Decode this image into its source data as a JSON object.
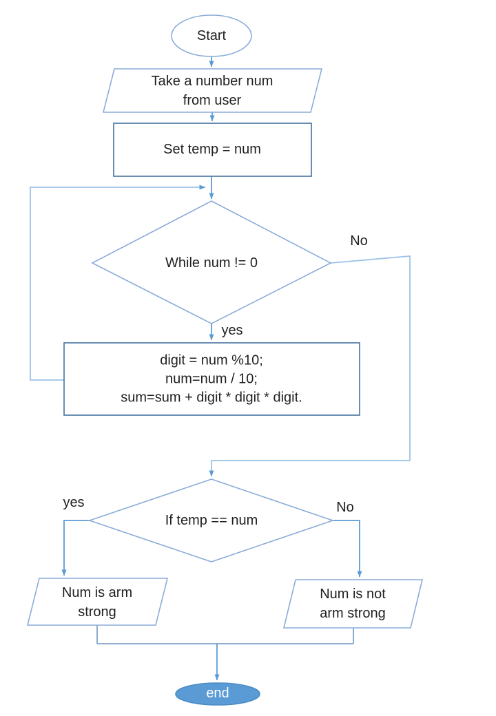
{
  "diagram": {
    "type": "flowchart",
    "nodes": {
      "start": {
        "shape": "ellipse",
        "label": "Start"
      },
      "input": {
        "shape": "parallelogram",
        "line1": "Take a number num",
        "line2": "from user"
      },
      "set_temp": {
        "shape": "rectangle",
        "label": "Set temp = num"
      },
      "while_loop": {
        "shape": "diamond",
        "label": "While num != 0"
      },
      "loop_body": {
        "shape": "rectangle",
        "line1": "digit = num %10;",
        "line2": "num=num / 10;",
        "line3": "sum=sum + digit * digit * digit."
      },
      "if_check": {
        "shape": "diamond",
        "label": "If temp == num"
      },
      "armstrong": {
        "shape": "parallelogram",
        "line1": "Num is arm",
        "line2": "strong"
      },
      "not_armstrong": {
        "shape": "parallelogram",
        "line1": "Num is not",
        "line2": "arm strong"
      },
      "end": {
        "shape": "ellipse",
        "label": "end"
      }
    },
    "edge_labels": {
      "while_yes": "yes",
      "while_no": "No",
      "if_yes": "yes",
      "if_no": "No"
    }
  },
  "colors": {
    "shape_border_light": "#8aacd8",
    "rect_border": "#44729f",
    "connector": "#5b9bd5",
    "connector_light": "#9cc2e6",
    "connector_mid": "#7fa3c8",
    "end_fill": "#5b9bd5",
    "end_stroke": "#4a8bc6",
    "text": "#1f1f1f",
    "end_text": "#ffffff"
  }
}
